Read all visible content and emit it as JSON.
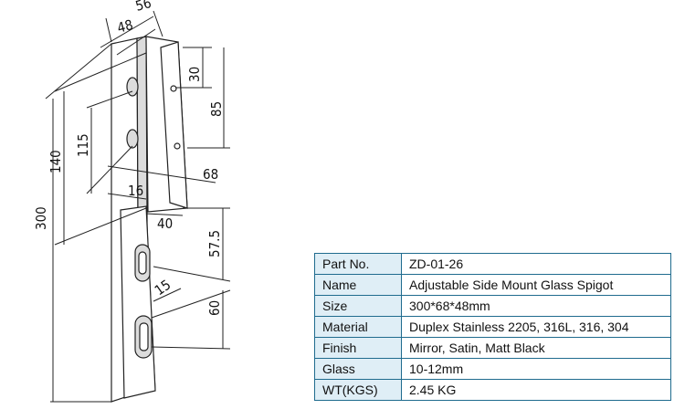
{
  "dimensions": {
    "width_overall": "56",
    "width_inner": "48",
    "hole_top_offset": "30",
    "clamp_height_right": "85",
    "clamp_height_left": "140",
    "hole_spacing": "115",
    "clamp_depth": "68",
    "base_width": "16",
    "base_depth": "40",
    "slot_offset": "57.5",
    "slot_width": "15",
    "slot_spacing": "60",
    "total_height": "300"
  },
  "spec_table": {
    "rows": [
      {
        "label": "Part No.",
        "value": "ZD-01-26"
      },
      {
        "label": "Name",
        "value": "Adjustable Side Mount Glass Spigot"
      },
      {
        "label": "Size",
        "value": "300*68*48mm"
      },
      {
        "label": "Material",
        "value": "Duplex Stainless 2205, 316L, 316, 304"
      },
      {
        "label": "Finish",
        "value": "Mirror, Satin, Matt Black"
      },
      {
        "label": "Glass",
        "value": "10-12mm"
      },
      {
        "label": "WT(KGS)",
        "value": "2.45 KG"
      }
    ]
  },
  "colors": {
    "table_border": "#1f6b8e",
    "label_cell_background": "#dfeef6"
  }
}
